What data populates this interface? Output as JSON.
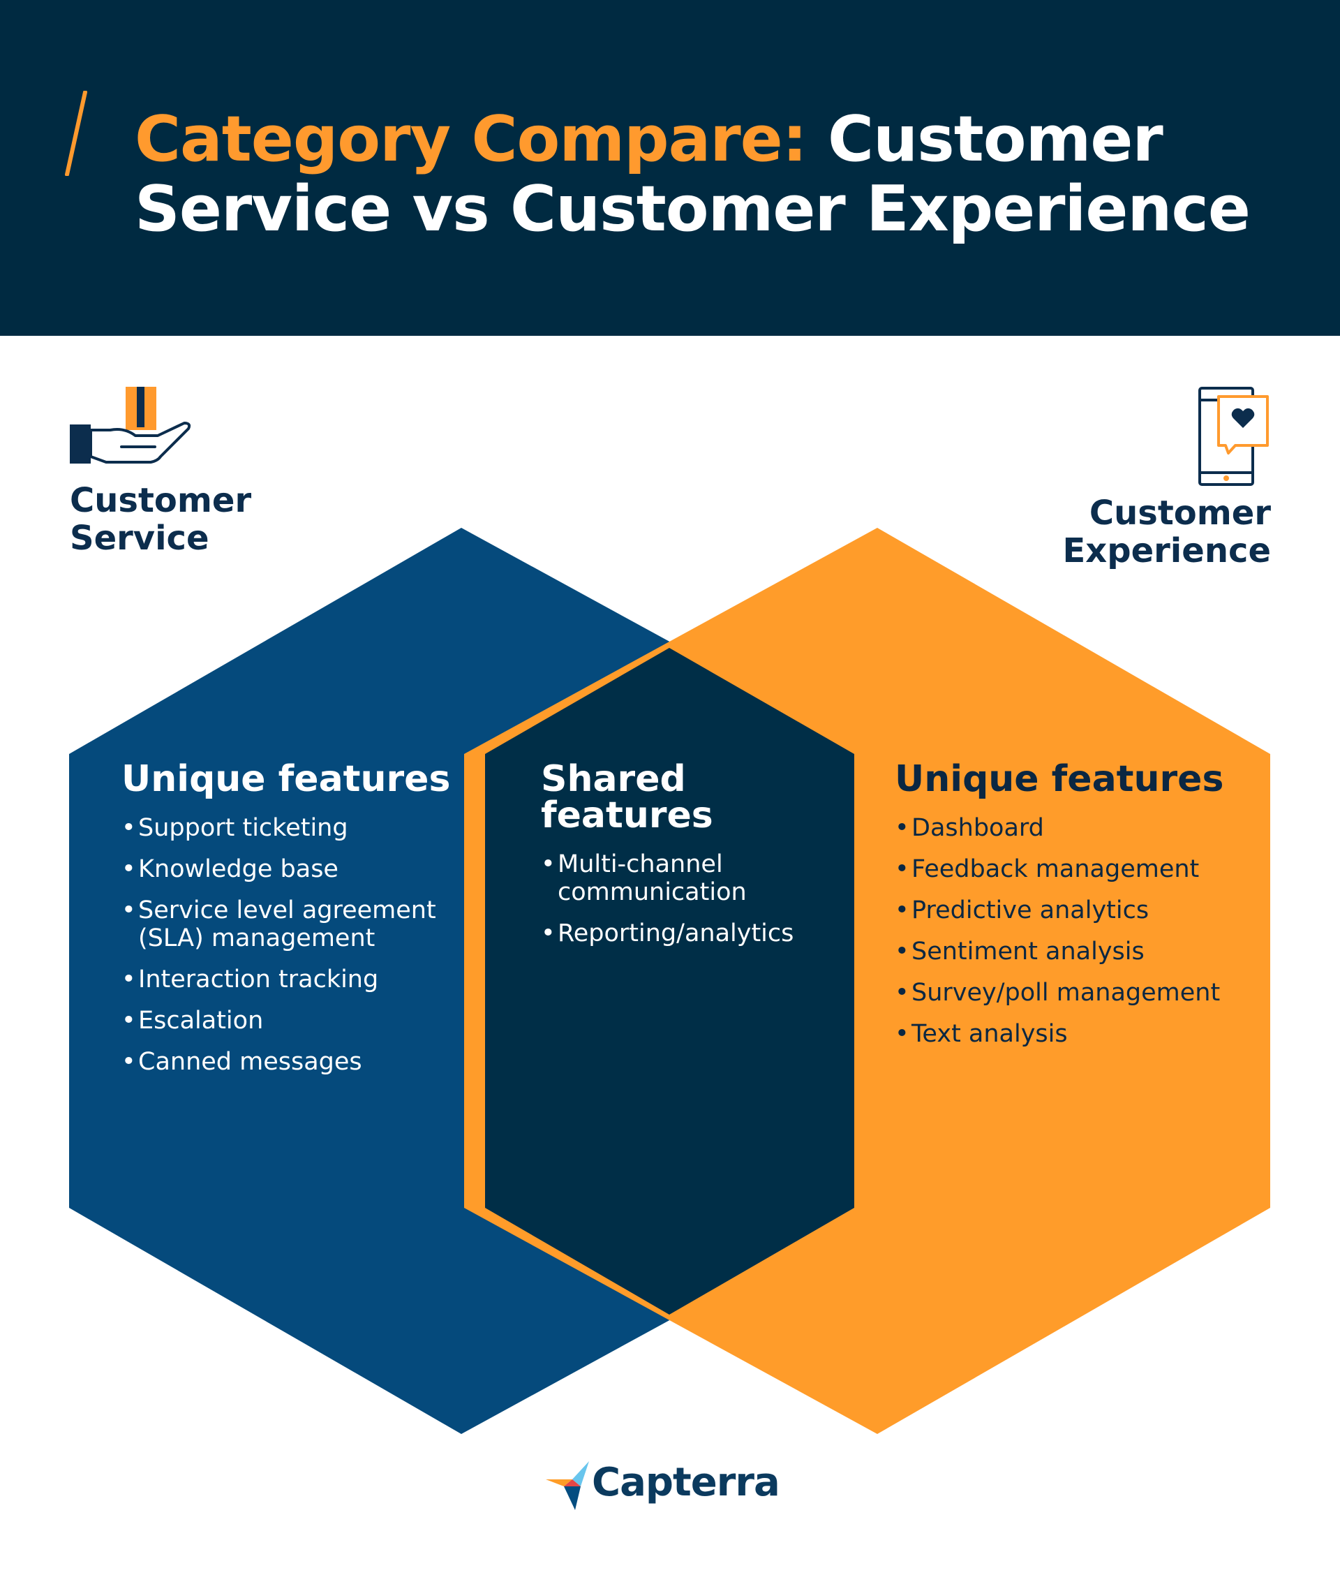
{
  "header": {
    "title_accent": "Category Compare:",
    "title_rest": " Customer Service vs Customer Experience"
  },
  "categories": {
    "left": {
      "label": "Customer Service",
      "icon": "hand-holding-box-icon"
    },
    "right": {
      "label": "Customer Experience",
      "icon": "phone-heart-icon"
    }
  },
  "columns": {
    "left": {
      "heading": "Unique features",
      "items": [
        "Support ticketing",
        "Knowledge base",
        "Service level agreement (SLA) management",
        "Interaction tracking",
        "Escalation",
        "Canned messages"
      ]
    },
    "shared": {
      "heading": "Shared features",
      "items": [
        "Multi-channel communication",
        "Reporting/analytics"
      ]
    },
    "right": {
      "heading": "Unique features",
      "items": [
        "Dashboard",
        "Feedback management",
        "Predictive analytics",
        "Sentiment analysis",
        "Survey/poll management",
        "Text analysis"
      ]
    }
  },
  "footer": {
    "brand": "Capterra",
    "logo_icon": "capterra-arrow-icon"
  },
  "colors": {
    "header_bg": "#002a41",
    "accent": "#ff9a2e",
    "service_blue": "#054a7c",
    "experience_orange": "#ff9c2a",
    "overlap": "#002e47",
    "label_navy": "#0c2d4d"
  }
}
